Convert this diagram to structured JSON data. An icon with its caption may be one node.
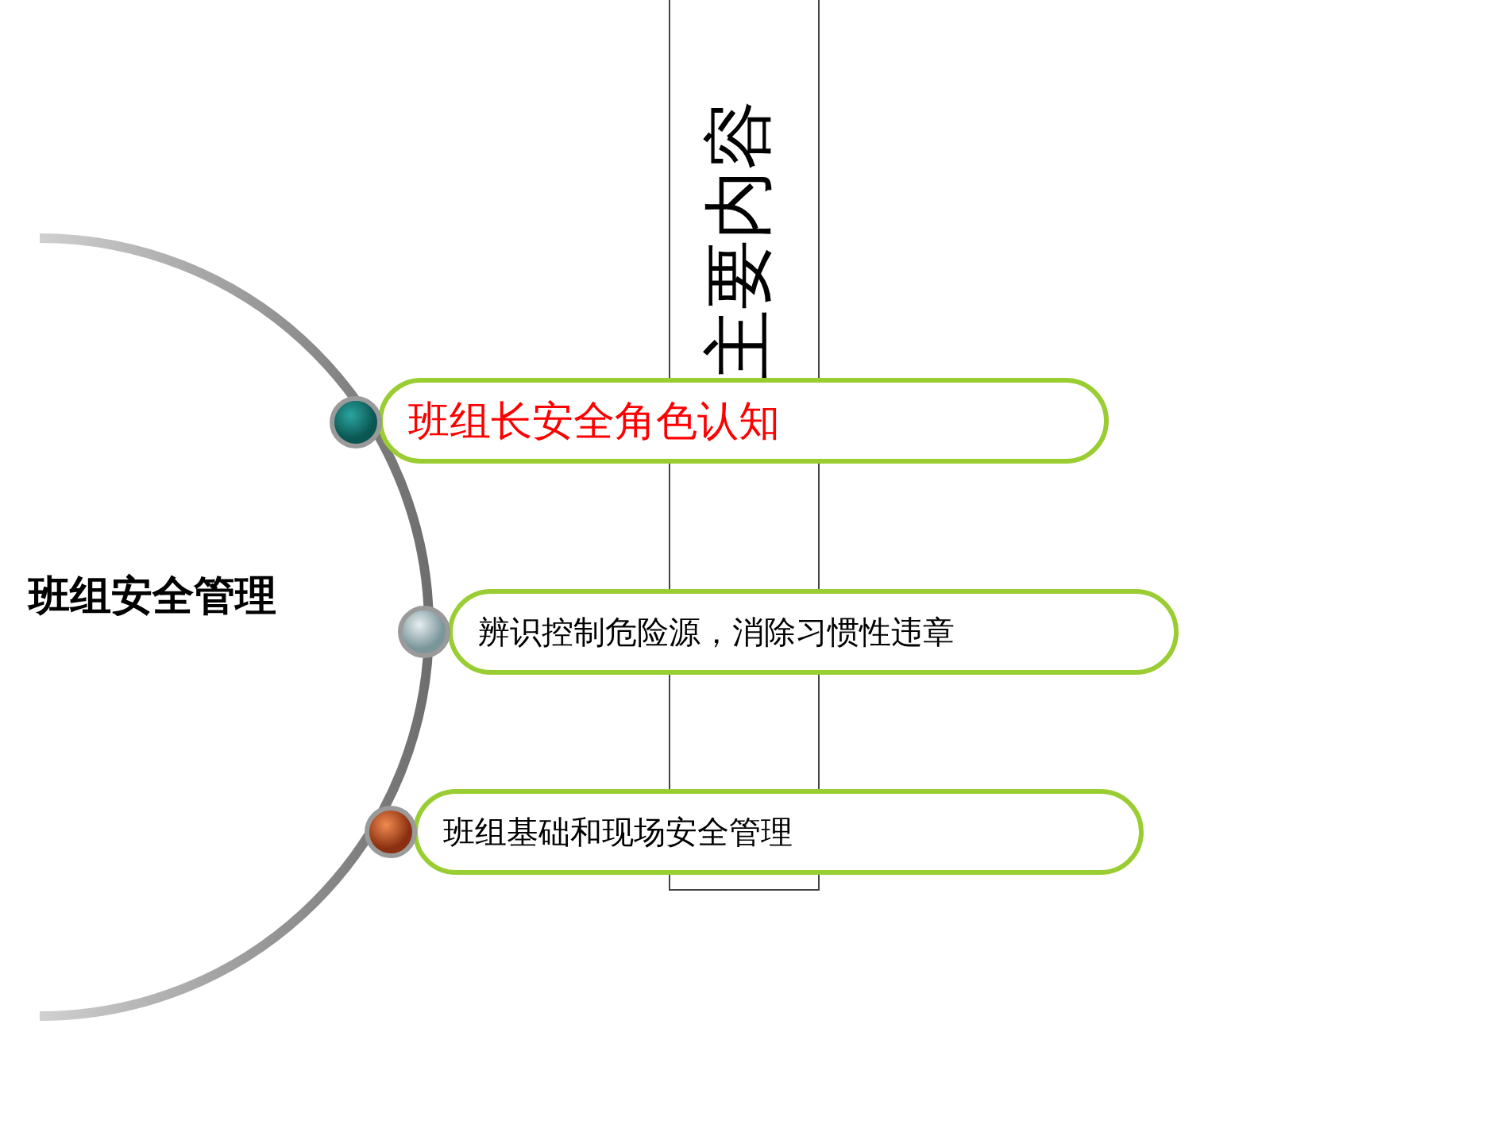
{
  "diagram": {
    "nodes": [
      {
        "text": [
          "主要内容"
        ]
      },
      {
        "text": [
          "班组安全管理"
        ]
      },
      {
        "text": [
          "班组长安全角色认知"
        ]
      },
      {
        "text": [
          "辨识控制危险源，消除习惯性违章"
        ]
      },
      {
        "text": [
          "班组基础和现场安全管理"
        ]
      }
    ]
  }
}
